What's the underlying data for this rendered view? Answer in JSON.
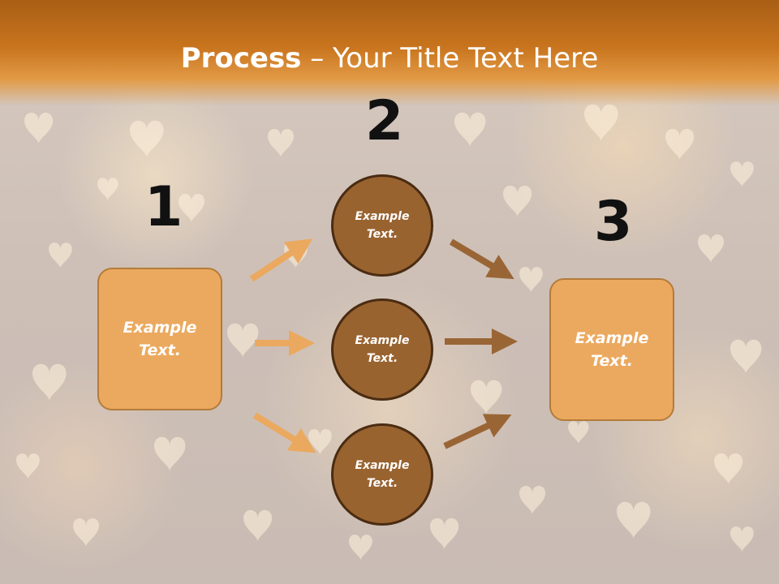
{
  "title": {
    "bold": "Process",
    "rest": " – Your Title Text Here"
  },
  "numbers": [
    "1",
    "2",
    "3"
  ],
  "boxes": {
    "left": "Example Text.",
    "right": "Example Text."
  },
  "circles": [
    "Example Text.",
    "Example Text.",
    "Example Text."
  ],
  "colors": {
    "title_bar": "#c9741e",
    "box_fill": "#eba95f",
    "circle_fill": "#996330",
    "arrow_light": "#eba95f",
    "arrow_dark": "#9a6535"
  }
}
